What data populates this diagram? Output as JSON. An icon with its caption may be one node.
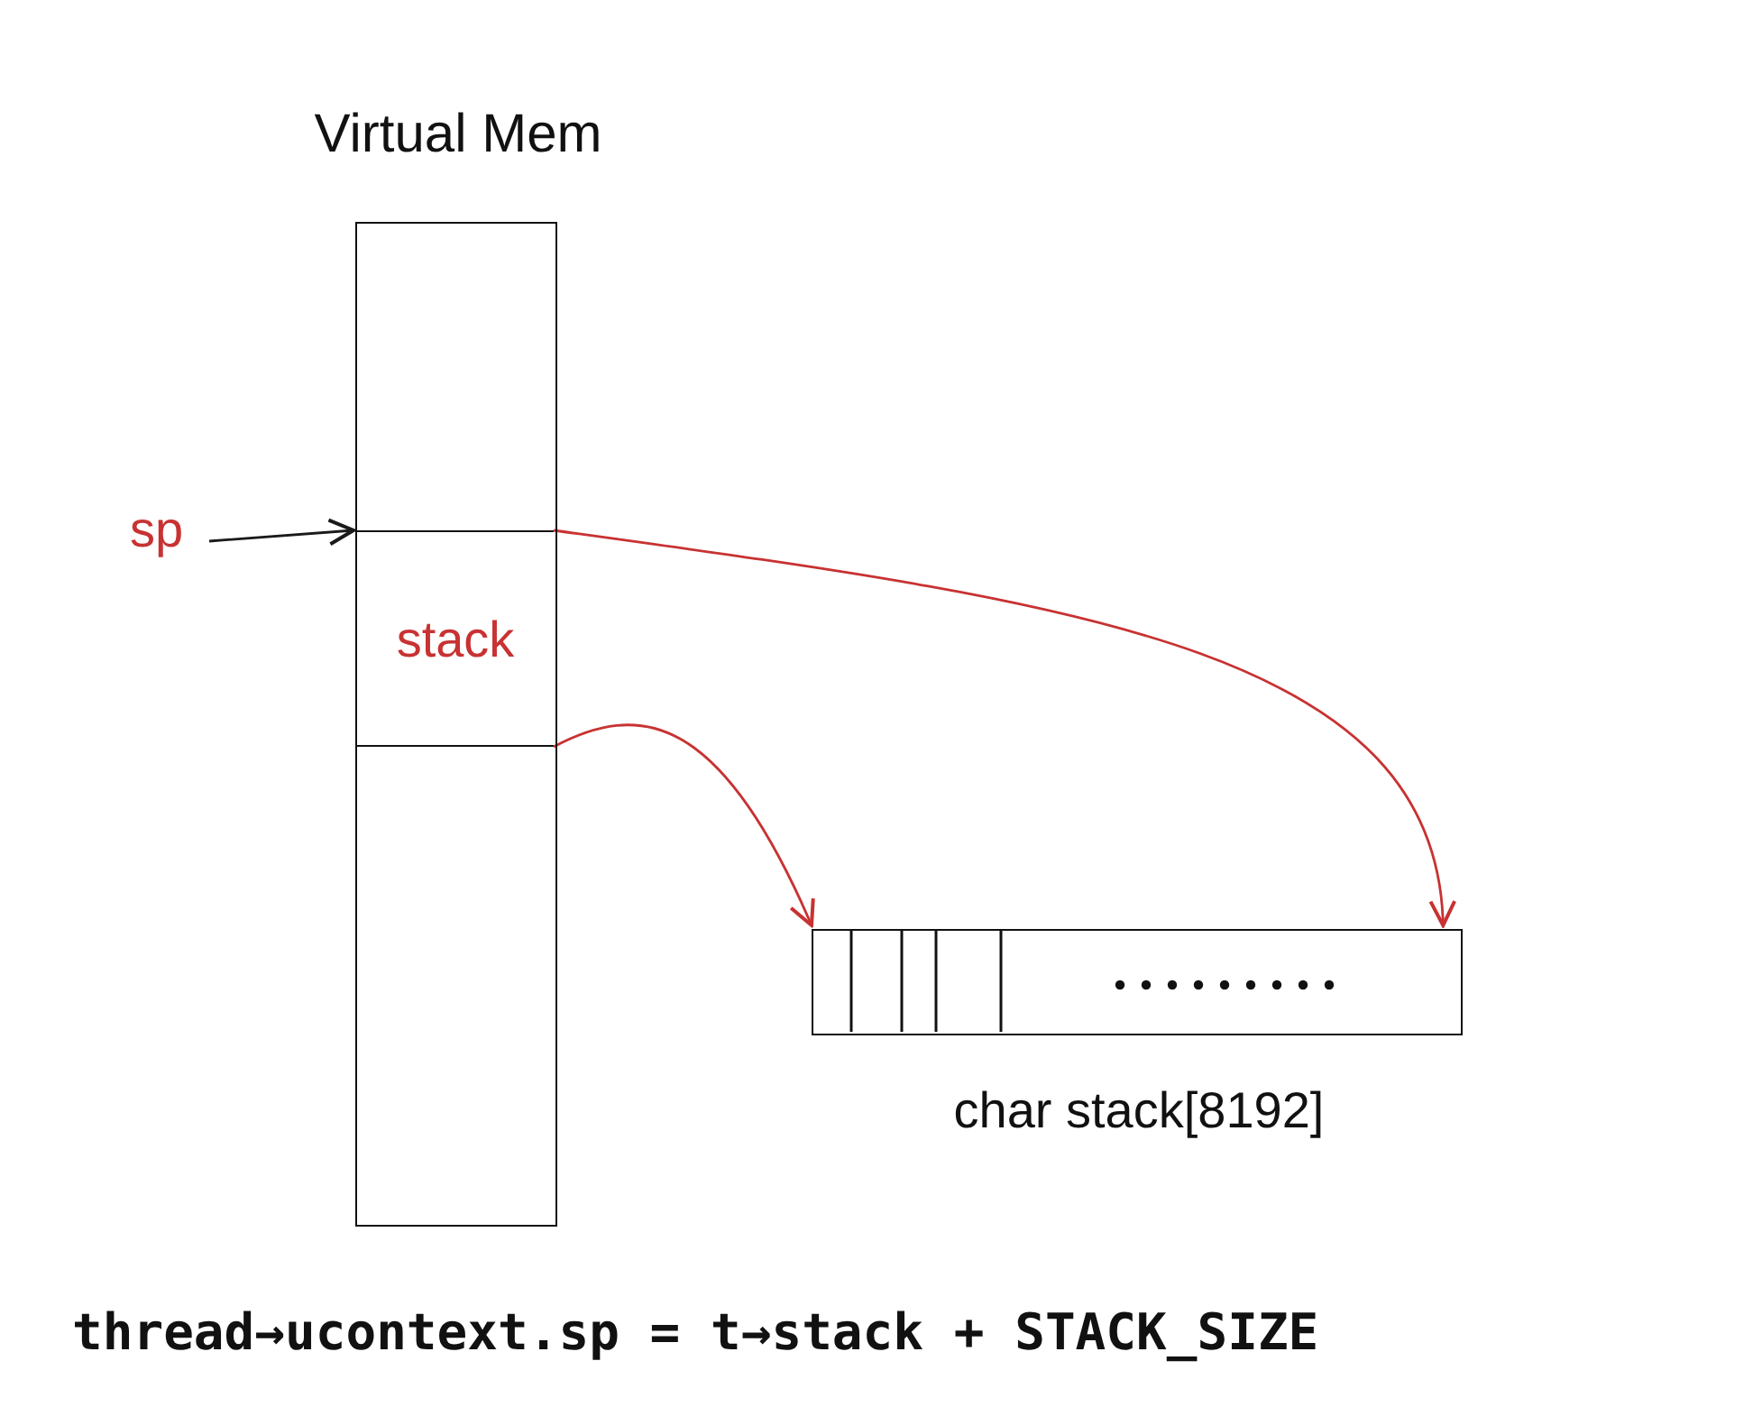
{
  "diagram": {
    "nodes": [
      {
        "text": [
          "Virtual Mem"
        ]
      },
      {
        "text": [
          "stack"
        ],
        "in": 0
      },
      {
        "text": [
          "sp"
        ]
      },
      {
        "text": [
          "char stack[8192]"
        ]
      }
    ],
    "edges": [
      {
        "from": 2,
        "to": 1,
        "arrow": "to",
        "color": "#1a1a1a"
      },
      {
        "from": 1,
        "to": 3,
        "arrow": "to"
      },
      {
        "from": 1,
        "to": 3,
        "arrow": "to"
      }
    ],
    "labels": [
      "thread→ucontext.sp = t→stack + STACK_SIZE"
    ]
  }
}
